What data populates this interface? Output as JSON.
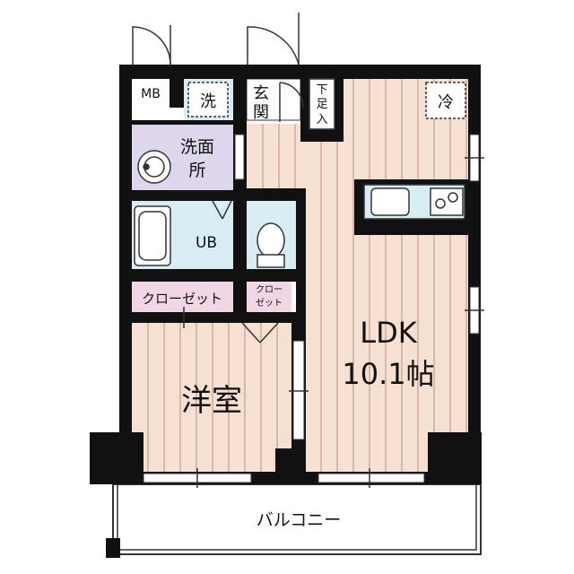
{
  "colors": {
    "wall": "#111111",
    "wood_floor": "#f6e0d2",
    "wood_stripe": "#b98f82",
    "wet_area": "#d8ecf4",
    "washroom": "#ddd6ec",
    "closet": "#f1d6e6",
    "outline": "#333333"
  },
  "rooms": {
    "ldk_name": "LDK",
    "ldk_size": "10.1帖",
    "western_room": "洋室",
    "washroom_line1": "洗面",
    "washroom_line2": "所",
    "unit_bath": "UB",
    "closet_left": "クローゼット",
    "closet_small_line1": "クロー",
    "closet_small_line2": "ゼット",
    "entrance_line1": "玄",
    "entrance_line2": "関",
    "shoe_box_line1": "下",
    "shoe_box_line2": "足",
    "shoe_box_line3": "入",
    "meter_box": "MB",
    "washer": "洗",
    "fridge": "冷",
    "balcony": "バルコニー"
  }
}
